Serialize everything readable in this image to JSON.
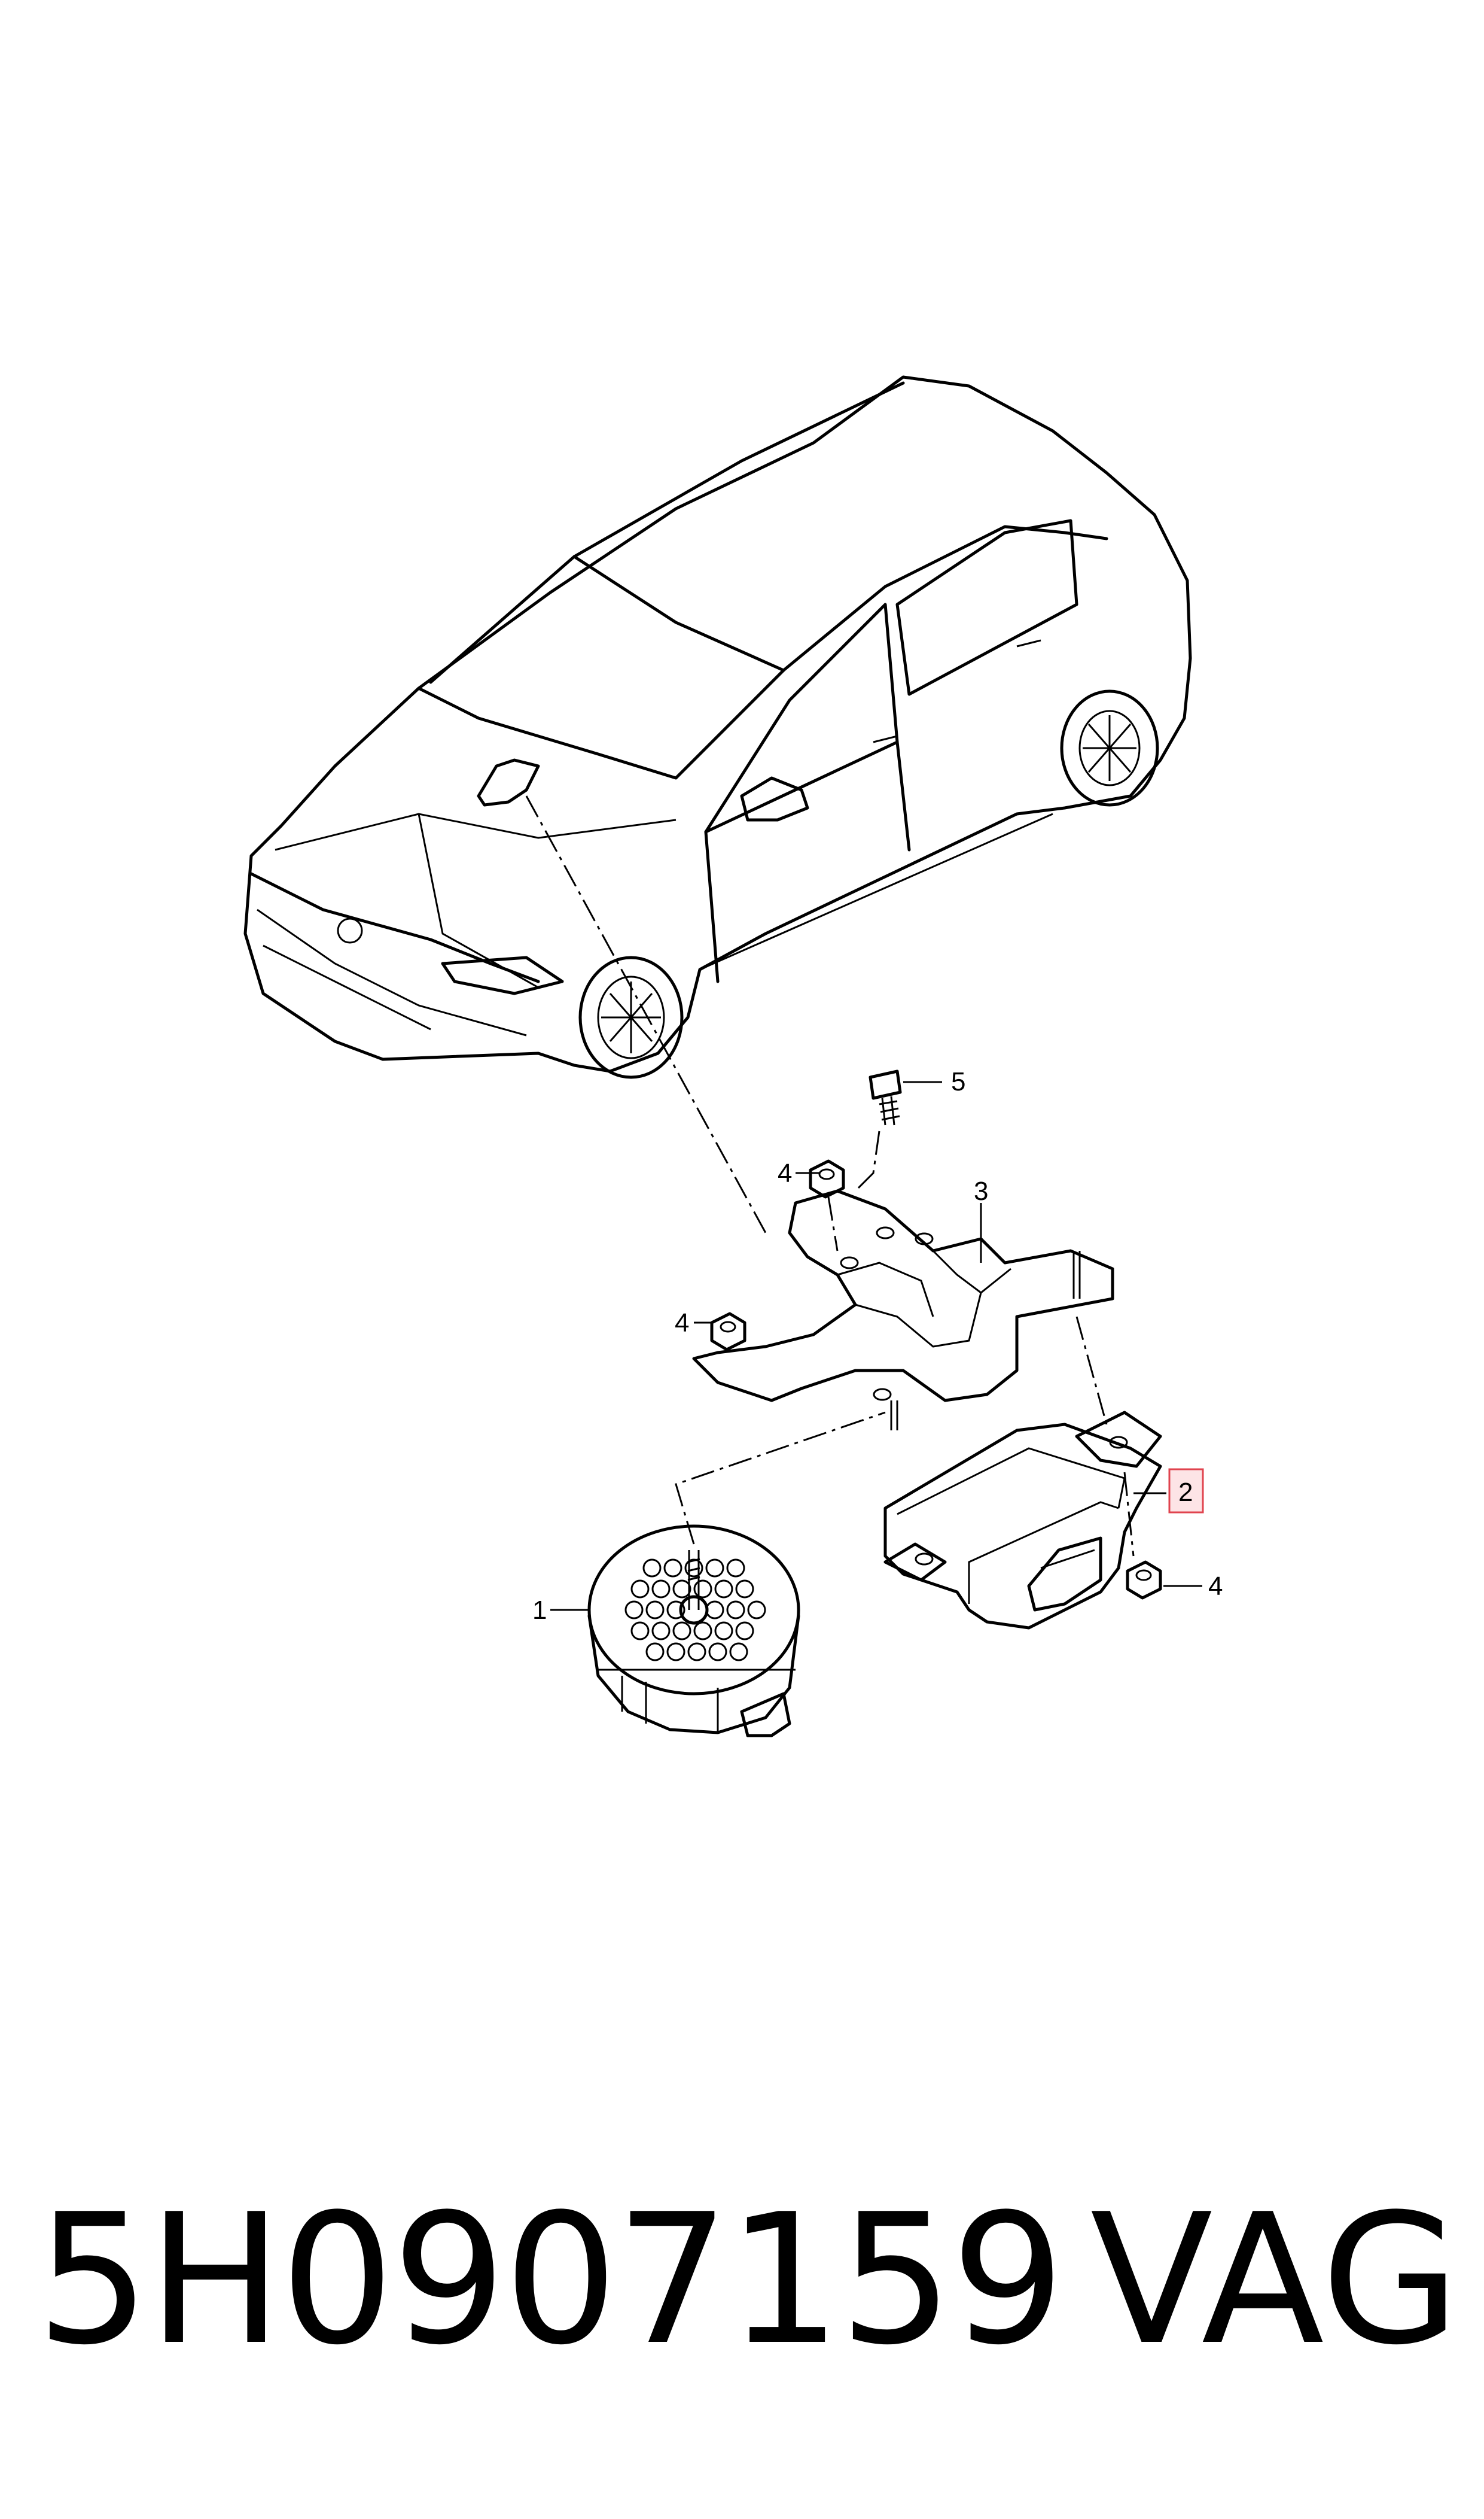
{
  "callouts": {
    "c1": "1",
    "c2": "2",
    "c3": "3",
    "c4a": "4",
    "c4b": "4",
    "c4c": "4",
    "c5": "5"
  },
  "highlighted_callout": "2",
  "footer": {
    "part_number": "5H0907159",
    "brand": "VAG"
  },
  "colors": {
    "highlight_fill": "#fde4e6",
    "highlight_stroke": "#e0434e"
  }
}
